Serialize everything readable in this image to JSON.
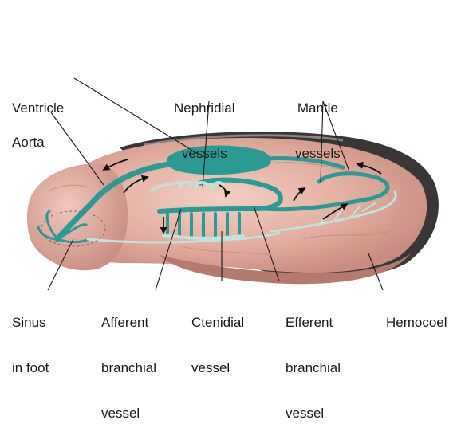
{
  "labels": {
    "ventricle": "Ventricle",
    "aorta": "Aorta",
    "nephridial": [
      "Nephridial",
      "vessels"
    ],
    "mantle": [
      "Mantle",
      "vessels"
    ],
    "sinus": [
      "Sinus",
      "in foot"
    ],
    "afferent": [
      "Afferent",
      "branchial",
      "vessel"
    ],
    "ctenidial": [
      "Ctenidial",
      "vessel"
    ],
    "efferent": [
      "Efferent",
      "branchial",
      "vessel"
    ],
    "hemocoel": "Hemocoel"
  },
  "colors": {
    "vessel": "#2a9a94",
    "vessel_light": "#bfe4dc",
    "body": "#e8b8aa",
    "shell": "#3a3636",
    "leader": "#1a1a1a"
  }
}
